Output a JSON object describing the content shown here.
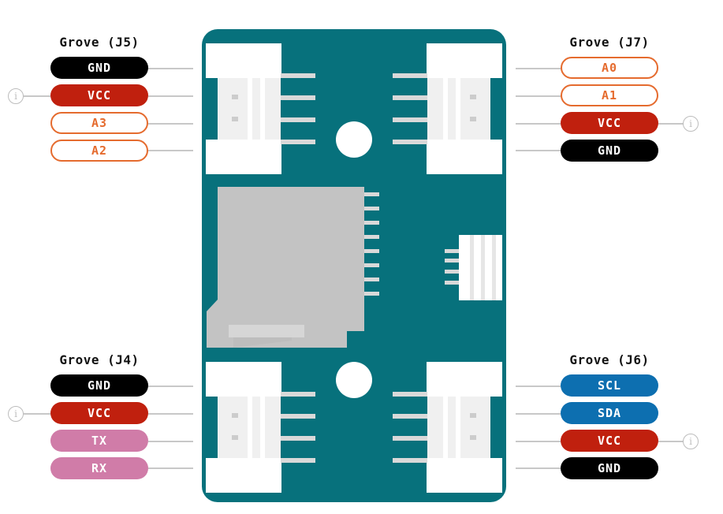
{
  "connectors": {
    "j5": {
      "title": "Grove (J5)",
      "pins": [
        "GND",
        "VCC",
        "A3",
        "A2"
      ]
    },
    "j7": {
      "title": "Grove (J7)",
      "pins": [
        "A0",
        "A1",
        "VCC",
        "GND"
      ]
    },
    "j4": {
      "title": "Grove (J4)",
      "pins": [
        "GND",
        "VCC",
        "TX",
        "RX"
      ]
    },
    "j6": {
      "title": "Grove (J6)",
      "pins": [
        "SCL",
        "SDA",
        "VCC",
        "GND"
      ]
    }
  },
  "info_icon_glyph": "i",
  "colors": {
    "board": "#07717c",
    "gnd": "#000000",
    "vcc": "#c0200e",
    "analog": "#e56b2e",
    "uart": "#d07ca8",
    "i2c": "#0d6fb0"
  }
}
